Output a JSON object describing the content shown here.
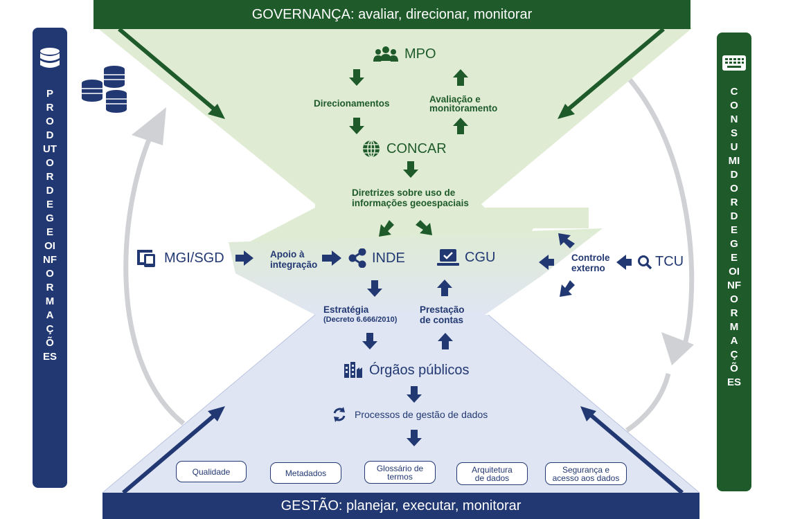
{
  "header": {
    "governance": "GOVERNANÇA: avaliar, direcionar, monitorar"
  },
  "footer": {
    "management": "GESTÃO: planejar, executar, monitorar"
  },
  "left_panel": {
    "label": "PRODUTOR DE GEOINFORMAÇÕES",
    "icon": "database-icon"
  },
  "right_panel": {
    "label": "CONSUMIDOR DE GEOINFORMAÇÕES",
    "icon": "keyboard-icon"
  },
  "nodes": {
    "mpo": "MPO",
    "concar": "CONCAR",
    "inde": "INDE",
    "cgu": "CGU",
    "mgi_sgd": "MGI/SGD",
    "tcu": "TCU",
    "orgaos": "Órgãos públicos"
  },
  "labels": {
    "direcionamentos": "Direcionamentos",
    "avaliacao_1": "Avaliação e",
    "avaliacao_2": "monitoramento",
    "diretrizes_1": "Diretrizes sobre uso de",
    "diretrizes_2": "informações geoespaciais",
    "apoio_1": "Apoio à",
    "apoio_2": "integração",
    "controle_1": "Controle",
    "controle_2": "externo",
    "estrategia": "Estratégia",
    "decreto": "(Decreto 6.666/2010)",
    "prestacao_1": "Prestação",
    "prestacao_2": "de contas",
    "processos": "Processos de gestão de dados"
  },
  "pills": [
    {
      "line1": "Qualidade",
      "line2": ""
    },
    {
      "line1": "Metadados",
      "line2": ""
    },
    {
      "line1": "Glossário de",
      "line2": "termos"
    },
    {
      "line1": "Arquitetura",
      "line2": "de dados"
    },
    {
      "line1": "Segurança e",
      "line2": "acesso aos dados"
    }
  ],
  "colors": {
    "governance_green": "#1e5a2a",
    "management_blue": "#223872",
    "light_green": "#dfecd3",
    "light_blue": "#dfe5f2",
    "cycle_gray": "#cfd1d4"
  }
}
